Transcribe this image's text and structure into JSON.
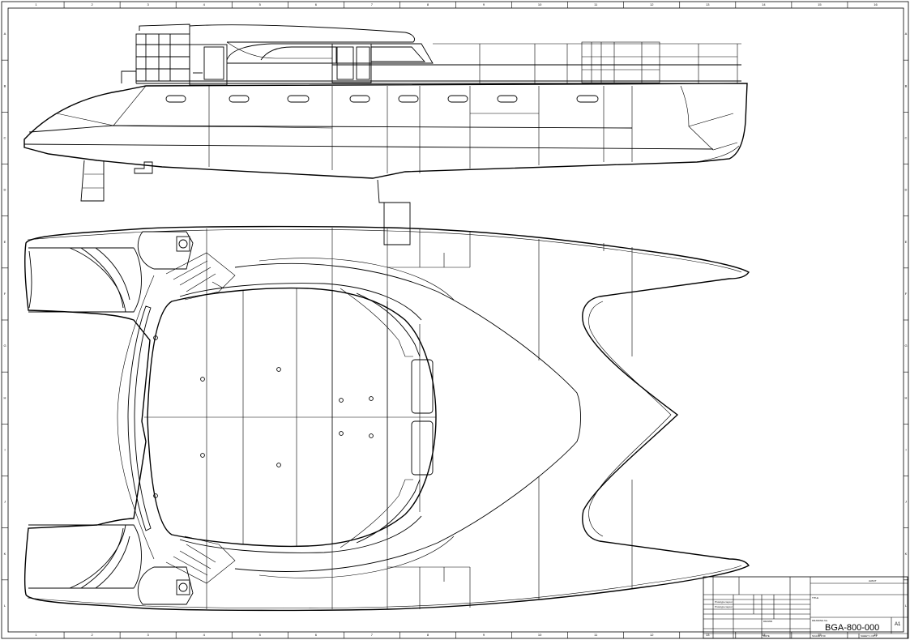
{
  "drawing": {
    "number": "BGA-800-000",
    "sheet_size": "A1",
    "title_block": {
      "header_right": "AVANT",
      "rev_row_1": "Prototype layout",
      "rev_row_2": "Prototype layout",
      "field_title": "TITLE",
      "field_drawing_no": "DRAWING No.",
      "field_drawn": "DRAWN",
      "field_scale": "SCALE 1:50",
      "field_sheet": "SHEET 1 OF 1",
      "field_date": "DATE"
    }
  },
  "zones": {
    "columns": [
      "1",
      "2",
      "3",
      "4",
      "5",
      "6",
      "7",
      "8",
      "9",
      "10",
      "11",
      "12",
      "13",
      "14",
      "15",
      "16"
    ],
    "rows": [
      "A",
      "B",
      "C",
      "D",
      "E",
      "F",
      "G",
      "H",
      "I",
      "J",
      "K",
      "L"
    ]
  }
}
